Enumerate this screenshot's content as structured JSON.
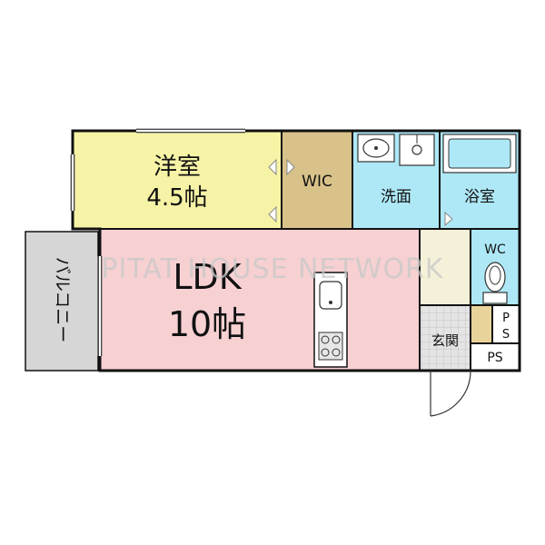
{
  "watermark": "PITAT HOUSE NETWORK",
  "rooms": {
    "western_room": {
      "name": "洋室",
      "size": "4.5帖"
    },
    "wic": {
      "name": "WIC"
    },
    "washroom": {
      "name": "洗面"
    },
    "bathroom": {
      "name": "浴室"
    },
    "ldk": {
      "name": "LDK",
      "size": "10帖"
    },
    "balcony": {
      "name": "バルコニー"
    },
    "wc": {
      "name": "WC"
    },
    "entrance": {
      "name": "玄関"
    },
    "ps_small": {
      "line1": "P",
      "line2": "S"
    },
    "ps": {
      "name": "PS"
    }
  },
  "colors": {
    "western_room": "#f7f3a6",
    "wic": "#d9c28a",
    "wet_area": "#aee8f6",
    "ldk": "#f7d0d2",
    "balcony": "#d6d6d6",
    "entrance": "#f5f0d8",
    "entrance_floor": "#e4e4e4",
    "ps_small": "#e8d49a",
    "wall": "#111111"
  }
}
